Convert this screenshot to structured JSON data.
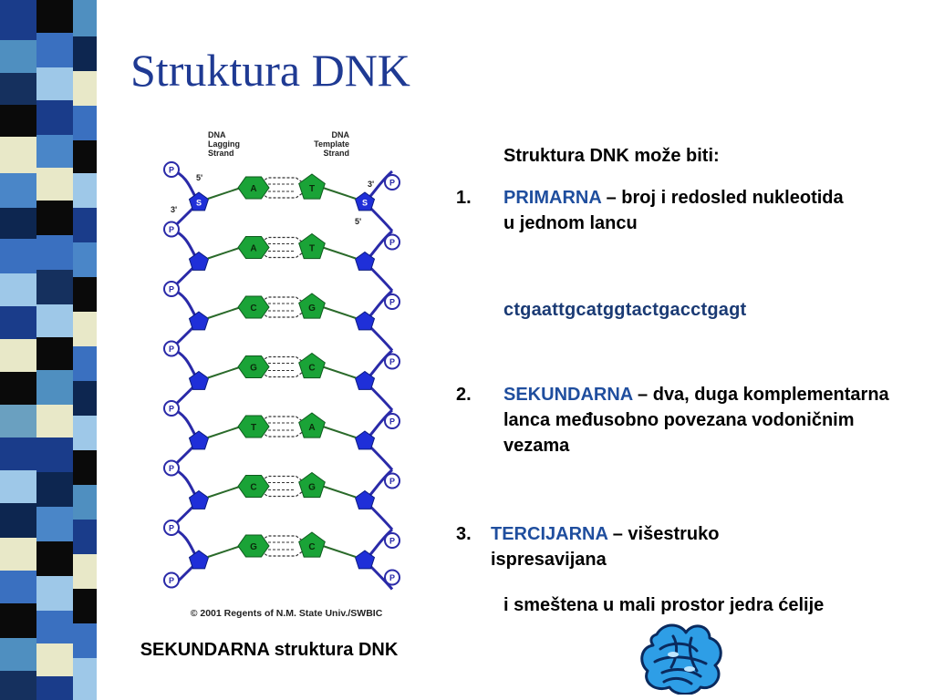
{
  "slide": {
    "title": "Struktura DNK",
    "caption": "SEKUNDARNA struktura DNK",
    "intro": "Struktura DNK može biti:",
    "items": [
      {
        "num": "1.",
        "term": "PRIMARNA",
        "desc": " – broj i redosled nukleotida u jednom lancu"
      },
      {
        "num": "2.",
        "term": "SEKUNDARNA",
        "desc": " – dva, duga komplementarna lanca međusobno povezana vodoničnim vezama"
      },
      {
        "num": "3.",
        "term": "TERCIJARNA",
        "desc": " – višestruko ispresavijana"
      }
    ],
    "sequence": "ctgaattgcatggtactgacctgagt",
    "tertiary_extra": "i smeštena u mali prostor jedra ćelije"
  },
  "figure": {
    "label_left": [
      "DNA",
      "Lagging",
      "Strand"
    ],
    "label_right": [
      "DNA",
      "Template",
      "Strand"
    ],
    "primes": {
      "left_top": "5'",
      "left_mid": "3'",
      "right_top": "3'",
      "right_mid": "5'"
    },
    "phosphate": "P",
    "sugar": "S",
    "pairs": [
      [
        "A",
        "T"
      ],
      [
        "A",
        "T"
      ],
      [
        "C",
        "G"
      ],
      [
        "G",
        "C"
      ],
      [
        "T",
        "A"
      ],
      [
        "C",
        "G"
      ],
      [
        "G",
        "C"
      ]
    ],
    "copyright": "© 2001 Regents of N.M. State Univ./SWBIC"
  },
  "colors": {
    "title": "#1f3a93",
    "term": "#1f4e9e",
    "sequence": "#1a3a74",
    "base": "#1aa337",
    "strand": "#2a2aa8",
    "node": "#1f2fd8"
  }
}
